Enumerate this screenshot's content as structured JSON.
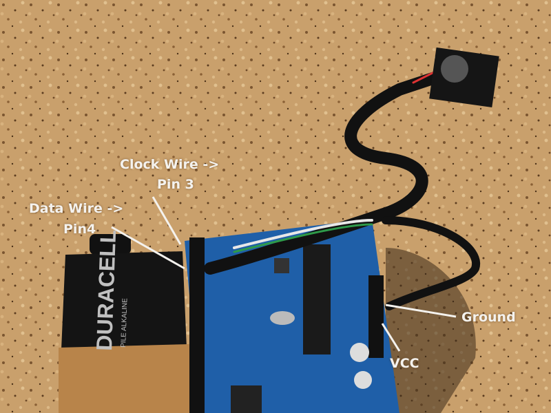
{
  "annotations": {
    "clock_wire": "Clock Wire ->",
    "clock_pin": "Pin 3",
    "data_wire": "Data Wire ->",
    "data_pin": "Pin4",
    "ground": "Ground",
    "vcc": "VCC"
  },
  "battery": {
    "brand": "DURACELL",
    "subtitle": "PILE ALKALINE"
  },
  "colors": {
    "cork": "#c9a06c",
    "board": "#1f5fa8",
    "battery_black": "#141414",
    "battery_copper": "#b8844a",
    "label_text": "#f4f2ee"
  }
}
